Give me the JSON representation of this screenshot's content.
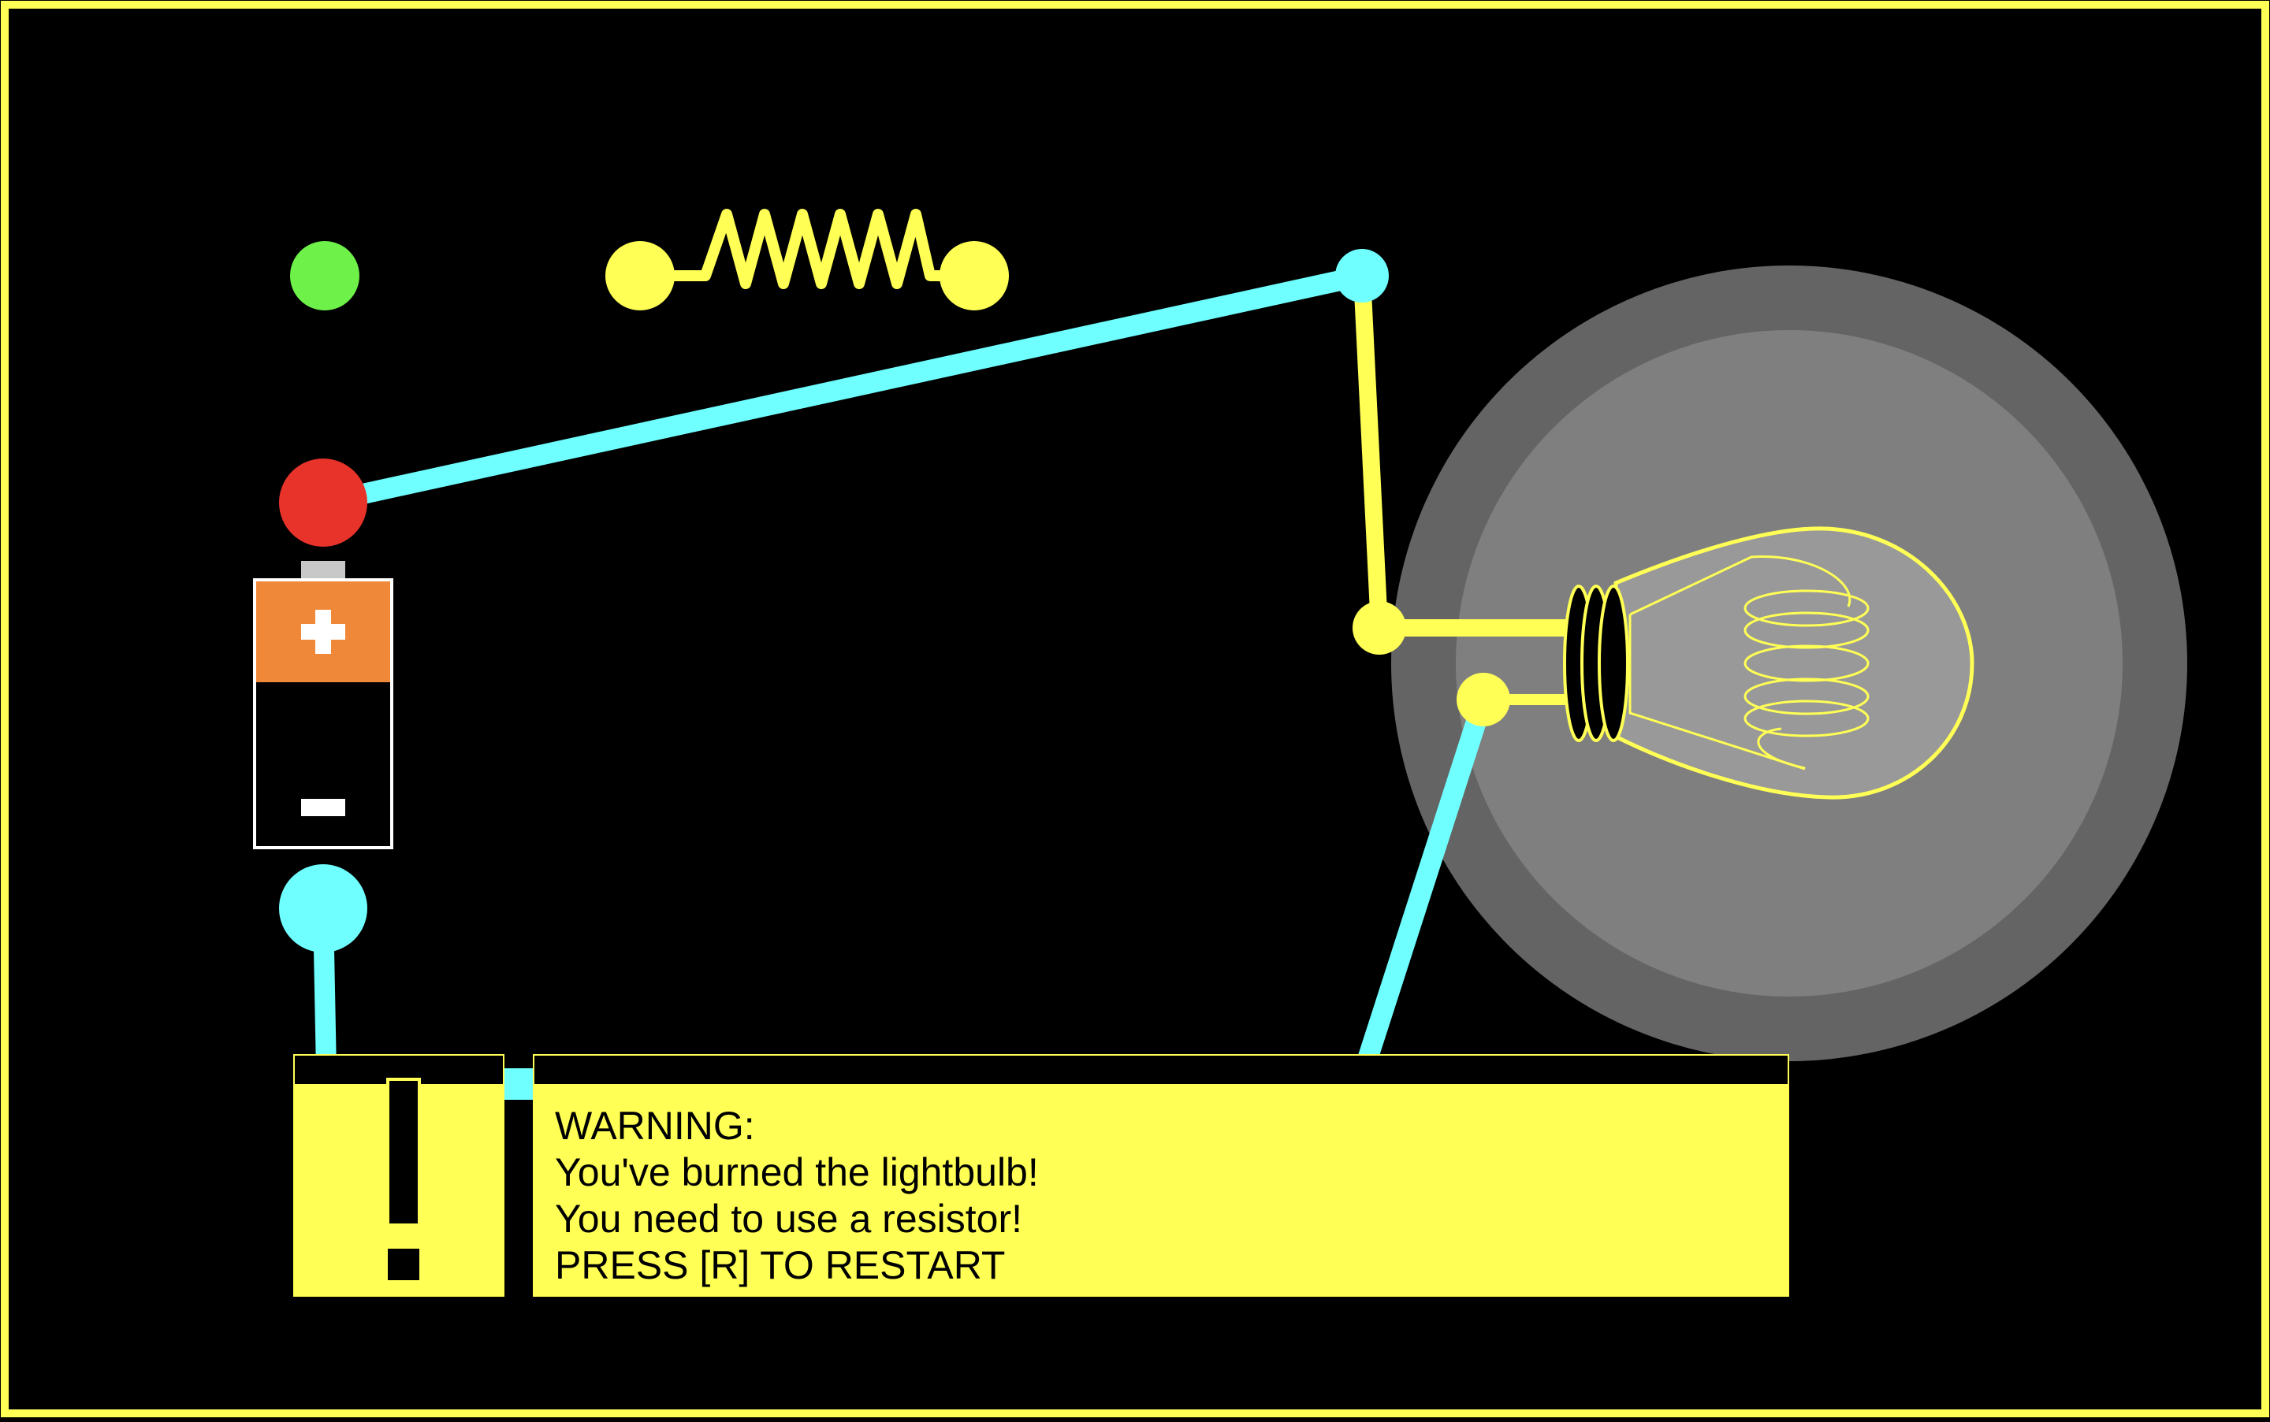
{
  "game": {
    "colors": {
      "background": "#000000",
      "frame": "#ffff55",
      "wire_cyan": "#70ffff",
      "wire_yellow": "#ffff55",
      "node_green": "#6ef24a",
      "node_red": "#e8332a",
      "battery_positive": "#f0883a",
      "bulb_halo_outer": "#646464",
      "bulb_halo_inner": "#7f7f7f",
      "panel": "#ffff55"
    },
    "battery": {
      "plus_symbol": "+",
      "minus_symbol": "−"
    },
    "warning": {
      "icon_symbol": "!",
      "lines": [
        "WARNING:",
        "You've burned the lightbulb!",
        "You need to use a resistor!",
        "PRESS [R] TO RESTART"
      ]
    }
  }
}
